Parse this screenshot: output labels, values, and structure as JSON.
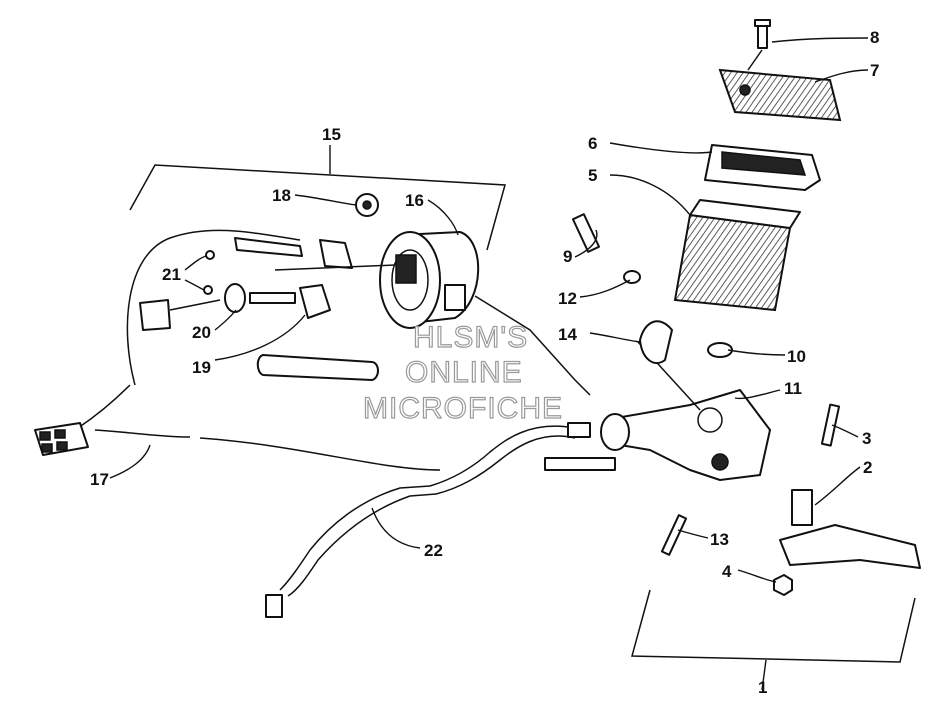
{
  "watermark": [
    "HLSM'S",
    "ONLINE",
    "MICROFICHE"
  ],
  "callouts": {
    "p1": "1",
    "p2": "2",
    "p3": "3",
    "p4": "4",
    "p5": "5",
    "p6": "6",
    "p7": "7",
    "p8": "8",
    "p9": "9",
    "p10": "10",
    "p11": "11",
    "p12": "12",
    "p13": "13",
    "p14": "14",
    "p15": "15",
    "p16": "16",
    "p17": "17",
    "p18": "18",
    "p19": "19",
    "p20": "20",
    "p21": "21",
    "p22": "22"
  }
}
